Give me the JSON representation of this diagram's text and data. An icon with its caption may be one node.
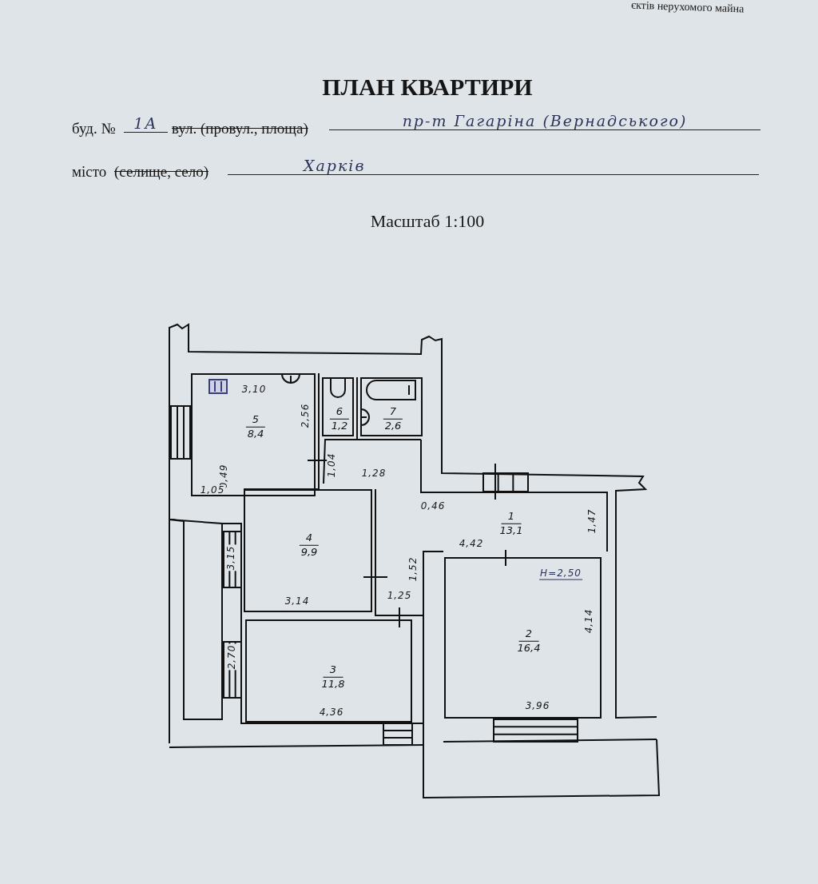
{
  "diagram": {
    "title": "ПЛАН КВАРТИРИ",
    "nodes": [
      {
        "text": [
          "1",
          "13,1"
        ]
      },
      {
        "text": [
          "2",
          "16,4"
        ]
      },
      {
        "text": [
          "3",
          "11,8"
        ]
      },
      {
        "text": [
          "4",
          "9,9"
        ]
      },
      {
        "text": [
          "5",
          "8,4"
        ]
      },
      {
        "text": [
          "6",
          "1,2"
        ]
      },
      {
        "text": [
          "7",
          "2,6"
        ]
      }
    ],
    "edges": [],
    "labels": [
      "єктів нерухомого майна",
      "буд. №",
      "1А",
      "вул. (провул., площа)",
      "пр-т Гагаріна (Вернадського)",
      "місто",
      "(селище, село)",
      "Харків",
      "Масштаб 1:100",
      "3,10",
      "2,56",
      "0,49",
      "1,05",
      "1,04",
      "1,28",
      "0,46",
      "1,47",
      "4,42",
      "Н=2,50",
      "3,15",
      "3,14",
      "1,52",
      "1,25",
      "2,70",
      "4,36",
      "4,14",
      "3,96"
    ]
  }
}
